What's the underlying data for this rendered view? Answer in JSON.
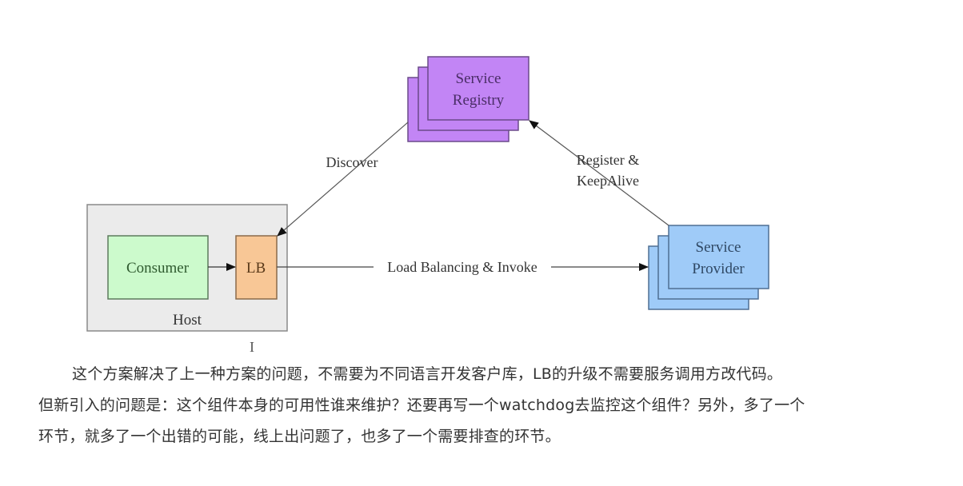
{
  "diagram": {
    "nodes": {
      "registry": {
        "lines": [
          "Service",
          "Registry"
        ],
        "fill": "#c285f5",
        "stroke": "#6b4a8a",
        "text_color": "#4a2d66"
      },
      "provider": {
        "lines": [
          "Service",
          "Provider"
        ],
        "fill": "#9fcbf8",
        "stroke": "#4f6f93",
        "text_color": "#2f4864"
      },
      "host": {
        "label": "Host",
        "fill": "#ebebeb",
        "stroke": "#8a8a8a",
        "text_color": "#333333"
      },
      "consumer": {
        "label": "Consumer",
        "fill": "#ccfacc",
        "stroke": "#5c7a5c",
        "text_color": "#2f5a2f"
      },
      "lb": {
        "label": "LB",
        "fill": "#f8c796",
        "stroke": "#8a6a4a",
        "text_color": "#5a3a1a"
      }
    },
    "edges": {
      "discover": {
        "label": "Discover"
      },
      "register": {
        "lines": [
          "Register &",
          "KeepAlive"
        ]
      },
      "invoke": {
        "label": "Load Balancing & Invoke"
      }
    }
  },
  "text": {
    "paragraph_lines": [
      "这个方案解决了上一种方案的问题，不需要为不同语言开发客户库，LB的升级不需要服务调用方改代码。",
      "但新引入的问题是：这个组件本身的可用性谁来维护？还要再写一个watchdog去监控这个组件？另外，多了一个",
      "环节，就多了一个出错的可能，线上出问题了，也多了一个需要排查的环节。"
    ]
  },
  "cursor": {
    "glyph": "I"
  }
}
